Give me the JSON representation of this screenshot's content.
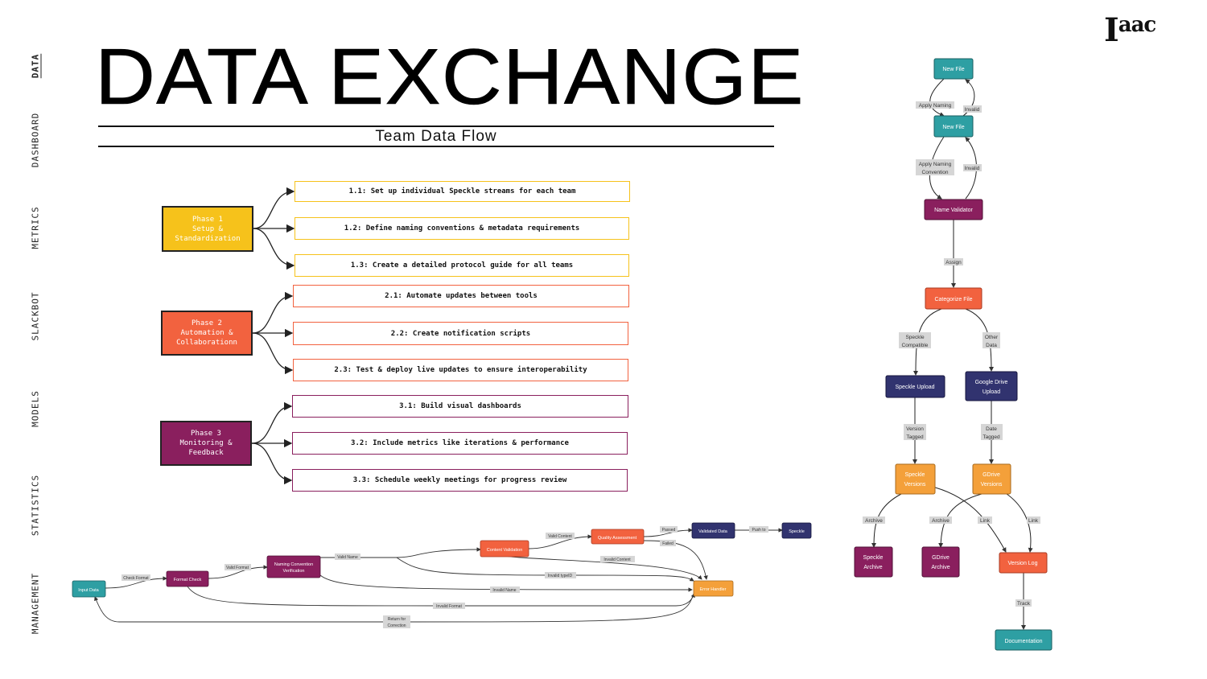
{
  "nav": {
    "items": [
      {
        "label": "DATA",
        "active": true
      },
      {
        "label": "DASHBOARD",
        "active": false
      },
      {
        "label": "METRICS",
        "active": false
      },
      {
        "label": "SLACKBOT",
        "active": false
      },
      {
        "label": "MODELS",
        "active": false
      },
      {
        "label": "STATISTICS",
        "active": false
      },
      {
        "label": "MANAGEMENT",
        "active": false
      }
    ]
  },
  "logo": {
    "base": "I",
    "sup": "aac"
  },
  "header": {
    "title": "DATA EXCHANGE",
    "subtitle": "Team Data Flow"
  },
  "colors": {
    "teal": "#2e9fa3",
    "magenta": "#8a1f5e",
    "orange_red": "#f25c3d",
    "navy": "#31336f",
    "amber": "#f4a03a",
    "yellow": "#f6c21b"
  },
  "phases": [
    {
      "label": "Phase 1\nSetup &\nStandardization",
      "color": "#f6c21b",
      "text_color": "#ffffff",
      "tasks": [
        "1.1: Set up individual Speckle streams for each team",
        "1.2: Define naming conventions & metadata requirements",
        "1.3: Create a detailed protocol guide for all teams"
      ]
    },
    {
      "label": "Phase 2\nAutomation &\nCollaborationn",
      "color": "#f2623f",
      "text_color": "#ffffff",
      "tasks": [
        "2.1: Automate updates between tools",
        "2.2: Create notification scripts",
        "2.3: Test & deploy live updates to ensure interoperability"
      ]
    },
    {
      "label": "Phase 3\nMonitoring &\nFeedback",
      "color": "#8a1f5e",
      "text_color": "#ffffff",
      "tasks": [
        "3.1: Build visual dashboards",
        "3.2: Include metrics like iterations & performance",
        "3.3: Schedule weekly meetings for progress review"
      ]
    }
  ],
  "bottom_flow": {
    "nodes": {
      "input_data": "Input Data",
      "format_check": "Format Check",
      "naming_check": "Naming Convention\nVerification",
      "content_validation": "Content Validation",
      "quality_assessment": "Quality Assessment",
      "validated_data": "Validated Data",
      "speckle": "Speckle",
      "error_handler": "Error Handler"
    },
    "edges": {
      "check_format": "Check Format",
      "valid_format": "Valid Format",
      "valid_name": "Valid Name",
      "valid_content": "Valid Content",
      "passed": "Passed",
      "push_to": "Push to",
      "failed": "Failed",
      "invalid_content": "Invalid Content",
      "invalid_typeid": "Invalid typeID",
      "invalid_name": "Invalid Name",
      "invalid_format": "Invalid Format",
      "return_for_correction": "Return for\nCorrection"
    }
  },
  "right_flow": {
    "nodes": {
      "new_file_1": "New File",
      "new_file_2": "New File",
      "name_validator": "Name Validator",
      "categorize_file": "Categorize File",
      "speckle_upload": "Speckle Upload",
      "google_drive_upload": "Google Drive\nUpload",
      "speckle_versions": "Speckle\nVersions",
      "gdrive_versions": "GDrive\nVersions",
      "speckle_archive": "Speckle\nArchive",
      "gdrive_archive": "GDrive\nArchive",
      "version_log": "Version Log",
      "documentation": "Documentation"
    },
    "edges": {
      "apply_naming": "Apply Naming",
      "invalid_1": "Invalid",
      "apply_naming_convention": "Apply Naming\nConvention",
      "invalid_2": "Invalid",
      "assign": "Assign",
      "speckle_compatible": "Speckle\nCompatible",
      "other_data": "Other\nData",
      "version_tagged": "Version\nTagged",
      "date_tagged": "Date\nTagged",
      "archive_1": "Archive",
      "archive_2": "Archive",
      "link_1": "Link",
      "link_2": "Link",
      "track": "Track"
    }
  }
}
